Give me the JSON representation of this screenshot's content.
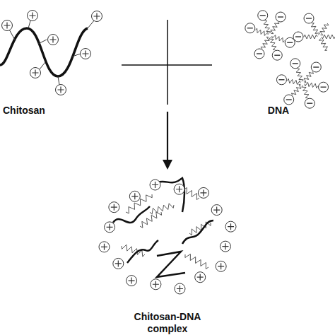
{
  "diagram": {
    "labels": [
      "Chitosan",
      "DNA",
      "Chitosan-DNA complex"
    ]
  }
}
